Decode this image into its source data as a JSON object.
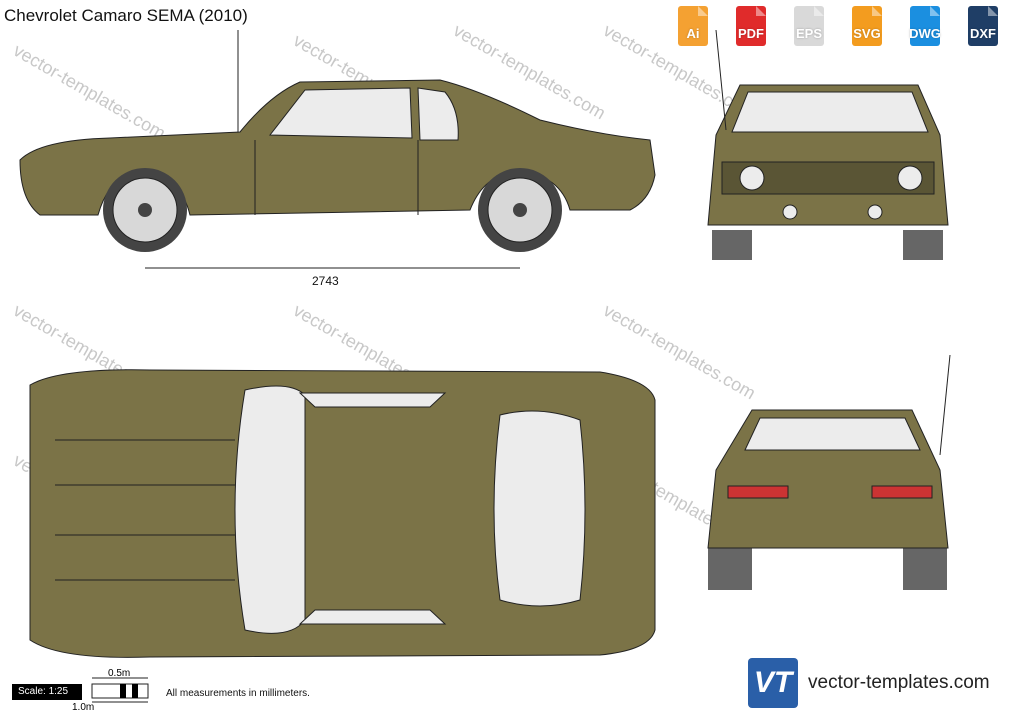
{
  "title": "Chevrolet Camaro SEMA (2010)",
  "formats": [
    {
      "label": "Ai",
      "color": "#f4a132"
    },
    {
      "label": "PDF",
      "color": "#e02b2b"
    },
    {
      "label": "EPS",
      "color": "#e0e0e0"
    },
    {
      "label": "SVG",
      "color": "#f39c1f"
    },
    {
      "label": "DWG",
      "color": "#1b8fe0"
    },
    {
      "label": "DXF",
      "color": "#1f3e66"
    }
  ],
  "wheelbase": "2743",
  "scale": {
    "label": "Scale: 1:25",
    "half": "0.5m",
    "full": "1.0m"
  },
  "note": "All measurements in millimeters.",
  "brand": {
    "logo": "VT",
    "site": "vector-templates.com"
  },
  "watermark": "vector-templates.com",
  "colors": {
    "body": "#7b7347",
    "glass": "#ececec",
    "tire": "#666666"
  }
}
